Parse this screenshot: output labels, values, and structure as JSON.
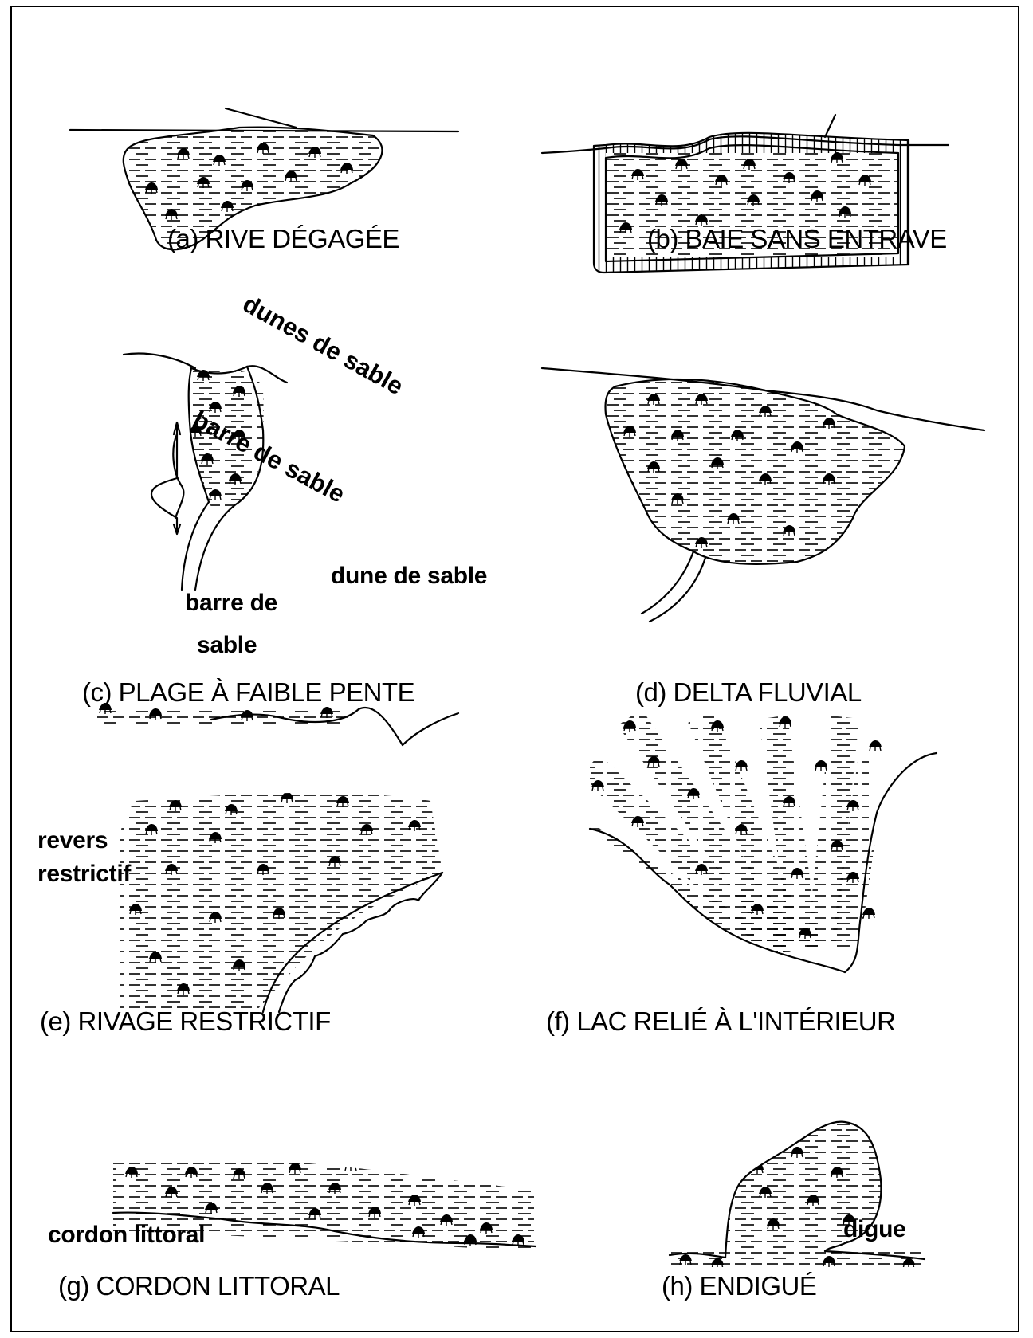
{
  "panels": {
    "a": {
      "caption": "(a)  RIVE DÉGAGÉE"
    },
    "b": {
      "caption": "(b) BAIE SANS ENTRAVE"
    },
    "c": {
      "caption": "(c) PLAGE À FAIBLE PENTE",
      "label_dunes": "dunes de sable",
      "label_barre_rot": "barre de sable",
      "label_dune": "dune de sable",
      "label_barre_1": "barre de",
      "label_barre_2": "sable"
    },
    "d": {
      "caption": "(d) DELTA FLUVIAL"
    },
    "e": {
      "caption": "(e) RIVAGE RESTRICTIF",
      "label_revers_1": "revers",
      "label_revers_2": "restrictif"
    },
    "f": {
      "caption": "(f) LAC RELIÉ À L'INTÉRIEUR"
    },
    "g": {
      "caption": "(g) CORDON LITTORAL",
      "label_cordon": "cordon littoral"
    },
    "h": {
      "caption": "(h) ENDIGUÉ",
      "label_digue": "digue"
    }
  },
  "colors": {
    "ink": "#000000",
    "background": "#ffffff"
  }
}
